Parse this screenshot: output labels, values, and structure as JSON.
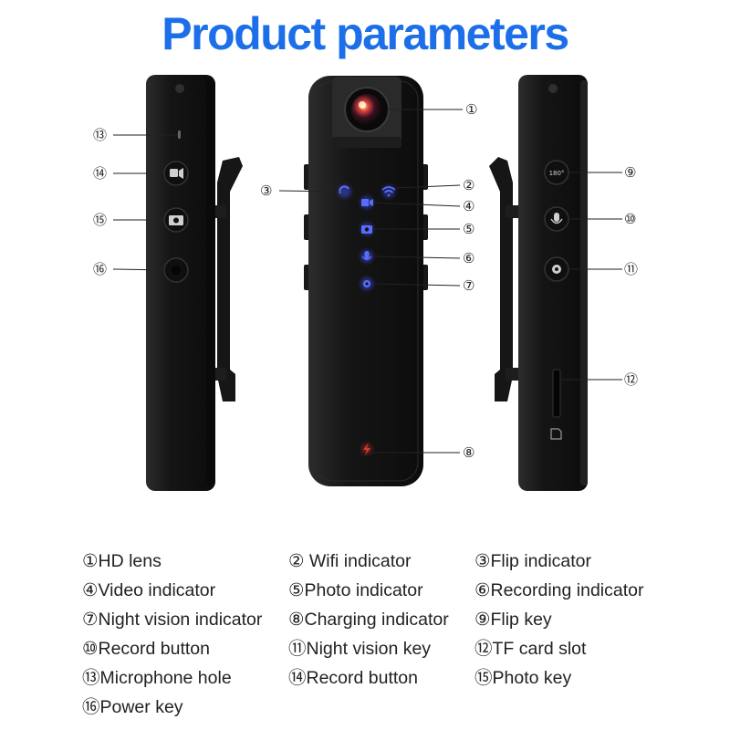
{
  "title": "Product parameters",
  "colors": {
    "title": "#1c6fe8",
    "device_body": "#141414",
    "device_edge": "#2a2a2a",
    "indicator": "#3f56ff",
    "charging_indicator": "#d83a2e",
    "leader_line": "#222222"
  },
  "callouts": [
    {
      "id": "c1",
      "label": "①"
    },
    {
      "id": "c2",
      "label": "②"
    },
    {
      "id": "c3",
      "label": "③"
    },
    {
      "id": "c4",
      "label": "④"
    },
    {
      "id": "c5",
      "label": "⑤"
    },
    {
      "id": "c6",
      "label": "⑥"
    },
    {
      "id": "c7",
      "label": "⑦"
    },
    {
      "id": "c8",
      "label": "⑧"
    },
    {
      "id": "c9",
      "label": "⑨"
    },
    {
      "id": "c10",
      "label": "⑩"
    },
    {
      "id": "c11",
      "label": "⑪"
    },
    {
      "id": "c12",
      "label": "⑫"
    },
    {
      "id": "c13",
      "label": "⑬"
    },
    {
      "id": "c14",
      "label": "⑭"
    },
    {
      "id": "c15",
      "label": "⑮"
    },
    {
      "id": "c16",
      "label": "⑯"
    }
  ],
  "legend": [
    "①HD lens",
    "② Wifi indicator",
    "③Flip indicator",
    "④Video indicator",
    "⑤Photo indicator",
    "⑥Recording indicator",
    "⑦Night vision indicator",
    "⑧Charging indicator",
    "⑨Flip key",
    "⑩Record button",
    "⑪Night vision key",
    "⑫TF card slot",
    "⑬Microphone hole",
    "⑭Record button",
    "⑮Photo key",
    "⑯Power key"
  ],
  "icons": {
    "hd_lens": "camera-lens-icon",
    "wifi": "wifi-icon",
    "flip": "flip-icon",
    "video": "video-icon",
    "photo": "camera-icon",
    "record": "microphone-icon",
    "night_vision": "night-vision-icon",
    "charging": "lightning-icon",
    "power": "power-icon",
    "tf_card": "sd-card-icon"
  },
  "key_labels": {
    "flip_key": "180°"
  }
}
